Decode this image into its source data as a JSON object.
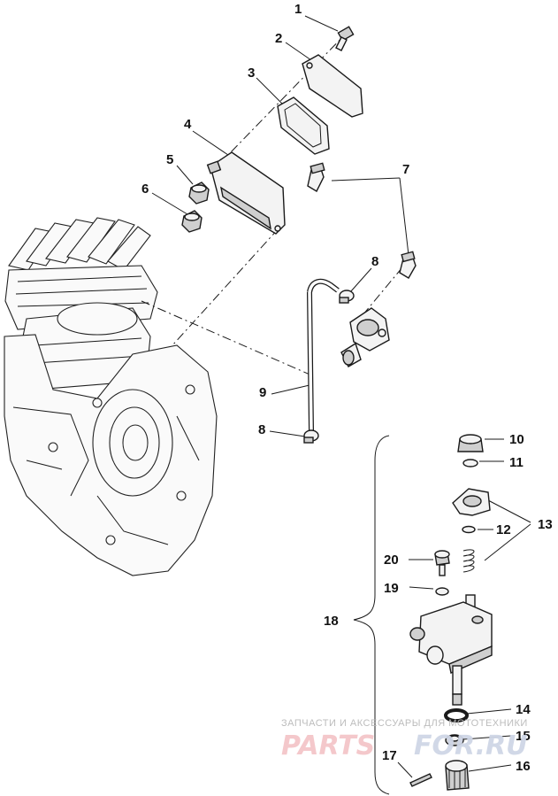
{
  "callouts": {
    "c1": "1",
    "c2": "2",
    "c3": "3",
    "c4": "4",
    "c5": "5",
    "c6": "6",
    "c7": "7",
    "c8a": "8",
    "c8b": "8",
    "c9": "9",
    "c10": "10",
    "c11": "11",
    "c12": "12",
    "c13": "13",
    "c14": "14",
    "c15": "15",
    "c16": "16",
    "c17": "17",
    "c18": "18",
    "c19": "19",
    "c20": "20"
  },
  "watermark": {
    "tagline": "ЗАПЧАСТИ И АКСЕССУАРЫ ДЛЯ МОТОТЕХНИКИ",
    "logo_left": "PARTS",
    "logo_right": "FOR.RU",
    "text_color": "#f4c6c9",
    "accent_color": "#cfd6e6"
  }
}
